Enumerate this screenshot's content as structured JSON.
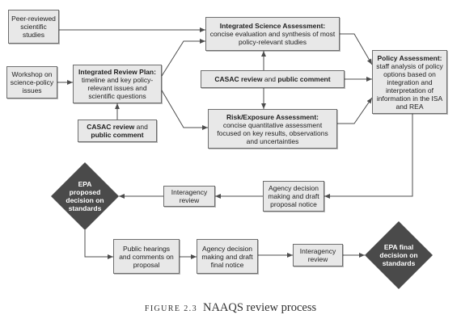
{
  "figure": {
    "peer_reviewed_studies": "Peer-reviewed scientific studies",
    "workshop": "Workshop on science-policy issues",
    "integrated_review_plan": {
      "title": "Integrated Review Plan:",
      "description": "timeline and key policy-relevant issues and scientific questions"
    },
    "casac_review_of_plan": {
      "review": "CASAC review",
      "connector": "and",
      "comment": "public comment"
    },
    "integrated_science_assessment": {
      "title": "Integrated Science Assessment:",
      "description": "concise evaluation and synthesis of most policy-relevant studies"
    },
    "casac_review_of_assessments": {
      "review": "CASAC review",
      "connector": "and",
      "comment": "public comment"
    },
    "risk_exposure_assessment": {
      "title": "Risk/Exposure Assessment:",
      "description": "concise quantitative assessment focused on key results, observations and uncertainties"
    },
    "policy_assessment": {
      "title": "Policy Assessment:",
      "description": "staff analysis of policy options based on integration and interpretation of information in the ISA and REA"
    },
    "proposal_stage": {
      "agency_decision": "Agency decision making and draft proposal notice",
      "interagency_review": "Interagency review",
      "epa_decision": "EPA proposed decision on standards"
    },
    "final_stage": {
      "public_hearings": "Public hearings and comments on proposal",
      "agency_decision": "Agency decision making and draft final notice",
      "interagency_review": "Interagency review",
      "epa_decision": "EPA final decision on standards"
    }
  },
  "caption": {
    "label": "FIGURE 2.3",
    "title": "NAAQS review process"
  },
  "colors": {
    "box_fill": "#e8e8e8",
    "box_border": "#6e6e6e",
    "decision_fill": "#4a4a4a",
    "decision_text": "#ffffff",
    "arrow": "#4d4d4d",
    "text": "#1e1e1e"
  }
}
